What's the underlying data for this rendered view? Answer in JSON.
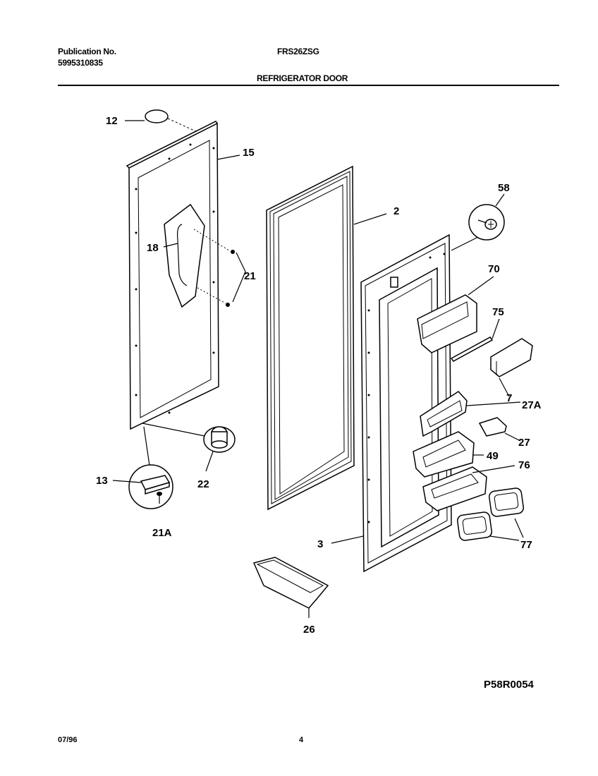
{
  "header": {
    "publication_label": "Publication No.",
    "publication_number": "5995310835",
    "model": "FRS26ZSG",
    "section_title": "REFRIGERATOR DOOR"
  },
  "callouts": {
    "p12": "12",
    "p15": "15",
    "p18": "18",
    "p21": "21",
    "p2": "2",
    "p58": "58",
    "p70": "70",
    "p75": "75",
    "p7": "7",
    "p27a": "27A",
    "p27": "27",
    "p49": "49",
    "p76": "76",
    "p77": "77",
    "p3": "3",
    "p13": "13",
    "p22": "22",
    "p21a": "21A",
    "p26": "26"
  },
  "diagram_code": "P58R0054",
  "footer": {
    "date": "07/96",
    "page": "4"
  }
}
